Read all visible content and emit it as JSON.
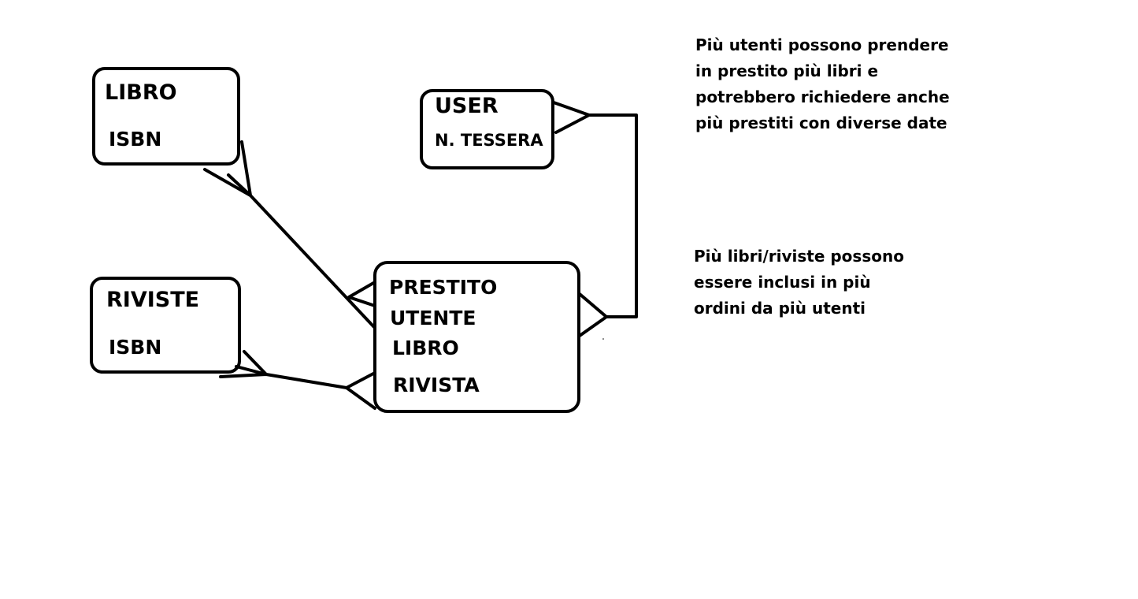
{
  "entities": {
    "libro": {
      "name": "LIBRO",
      "attributes": [
        "ISBN"
      ]
    },
    "riviste": {
      "name": "RIVISTE",
      "attributes": [
        "ISBN"
      ]
    },
    "user": {
      "name": "USER",
      "attributes": [
        "N. TESSERA"
      ]
    },
    "prestito": {
      "name": "PRESTITO",
      "attributes": [
        "UTENTE",
        "LIBRO",
        "RIVISTA"
      ]
    }
  },
  "relationships": [
    {
      "from": "libro",
      "to": "prestito",
      "from_end": "many",
      "to_end": "many"
    },
    {
      "from": "riviste",
      "to": "prestito",
      "from_end": "many",
      "to_end": "many"
    },
    {
      "from": "user",
      "to": "prestito",
      "from_end": "many",
      "to_end": "many"
    }
  ],
  "notes": {
    "user_note": [
      "Più utenti possono prendere",
      "in prestito più libri e",
      "potrebbero richiedere anche",
      "più prestiti con diverse date"
    ],
    "items_note": [
      "Più libri/riviste possono",
      "essere inclusi in più",
      "ordini da più utenti"
    ]
  },
  "style": {
    "stroke_color": "#000000",
    "background": "#ffffff"
  }
}
